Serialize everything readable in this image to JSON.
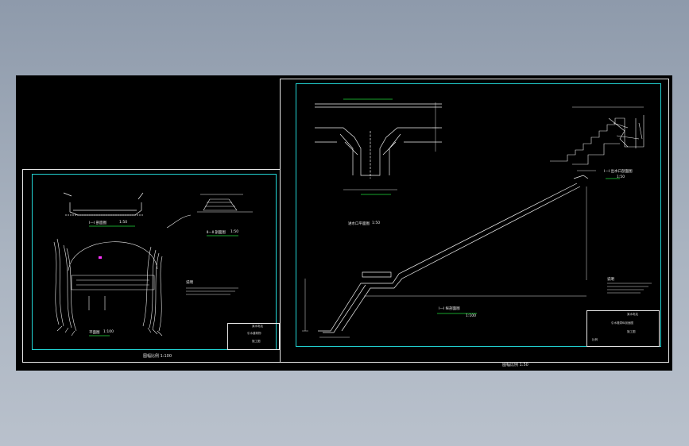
{
  "viewport": {
    "background": "#0a0a0a",
    "sheet_line_color": "#e8e8e8",
    "frame_color": "#22d3d3",
    "green_accent": "#1fdc3a",
    "magenta_accent": "#ff33ff"
  },
  "left_sheet": {
    "caption": "图幅比例 1:100",
    "views": {
      "section_a_label": "Ⅰ—Ⅰ 剖面图",
      "section_a_scale": "1:50",
      "section_b_label": "Ⅱ—Ⅱ 剖面图",
      "section_b_scale": "1:50",
      "plan_label": "平面图",
      "plan_scale": "1:100"
    },
    "notes_title": "说明",
    "notes_lines": [
      "1.图中尺寸以厘米计。",
      "2.施工按规范执行。"
    ],
    "title_block": {
      "row1": "某水电站",
      "row2": "引水建筑物",
      "row3": "施工图"
    }
  },
  "right_sheet": {
    "caption": "图幅比例 1:50",
    "views": {
      "top_plan_label": "进水口平面图",
      "top_plan_scale": "1:50",
      "long_section_label": "Ⅰ—Ⅰ 纵剖面图",
      "long_section_scale": "1:100",
      "detail_label": "Ⅰ—Ⅰ 出水口剖面图",
      "detail_scale": "1:50"
    },
    "notes_title": "说明",
    "notes_lines": [
      "1.尺寸单位以厘米计。",
      "2.混凝土标号C20。",
      "3.其余详见说明书。"
    ],
    "title_block": {
      "row1": "某水电站",
      "row2": "引水隧洞纵剖面图",
      "row3": "施工图",
      "row4": "比例"
    }
  }
}
